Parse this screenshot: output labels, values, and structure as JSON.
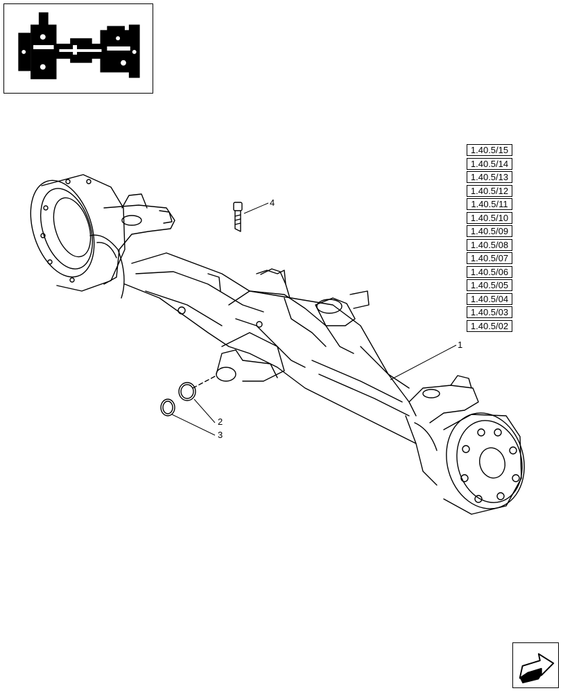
{
  "references": [
    "1.40.5/15",
    "1.40.5/14",
    "1.40.5/13",
    "1.40.5/12",
    "1.40.5/11",
    "1.40.5/10",
    "1.40.5/09",
    "1.40.5/08",
    "1.40.5/07",
    "1.40.5/06",
    "1.40.5/05",
    "1.40.5/04",
    "1.40.5/03",
    "1.40.5/02"
  ],
  "callouts": {
    "c1": "1",
    "c2": "2",
    "c3": "3",
    "c4": "4"
  },
  "icons": {
    "overview": "axle-overview-thumbnail",
    "next": "next-page-arrow-icon"
  }
}
